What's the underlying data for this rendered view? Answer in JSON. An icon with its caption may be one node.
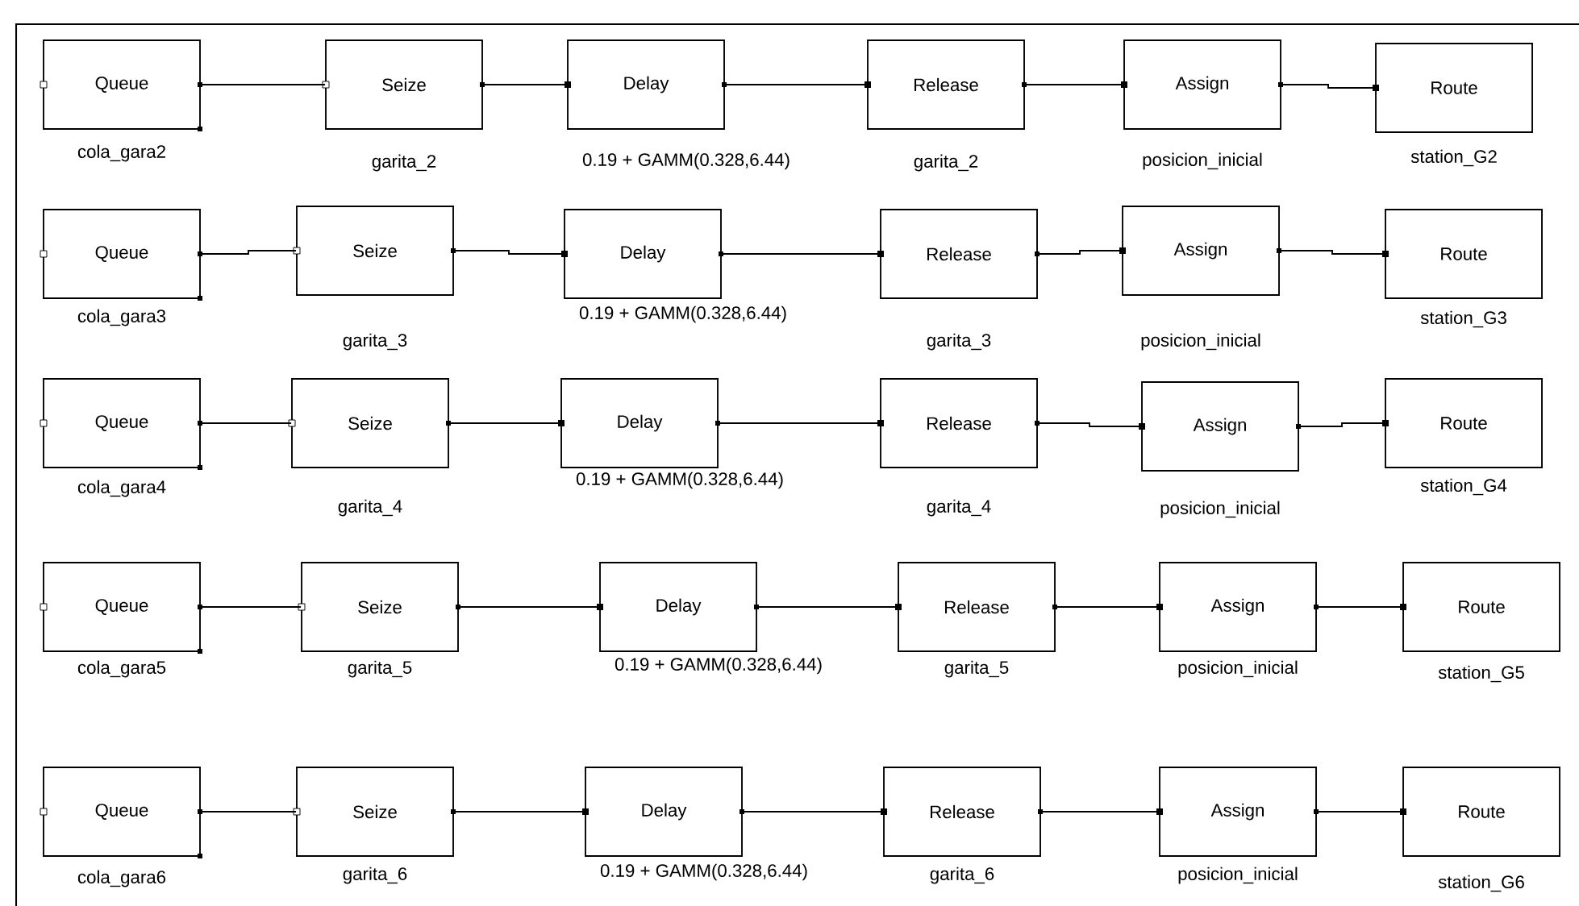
{
  "diagram": {
    "nodes": [
      {
        "text": [
          "Queue"
        ],
        "beside": [
          "cola_gara2"
        ]
      },
      {
        "text": [
          "Seize"
        ],
        "beside": [
          "garita_2"
        ]
      },
      {
        "text": [
          "Delay"
        ],
        "beside": [
          "0.19 + GAMM(0.328,6.44)"
        ]
      },
      {
        "text": [
          "Release"
        ],
        "beside": [
          "garita_2"
        ]
      },
      {
        "text": [
          "Assign"
        ],
        "beside": [
          "posicion_inicial"
        ]
      },
      {
        "text": [
          "Route"
        ],
        "beside": [
          "station_G2"
        ]
      },
      {
        "text": [
          "Queue"
        ],
        "beside": [
          "cola_gara3"
        ]
      },
      {
        "text": [
          "Seize"
        ],
        "beside": [
          "garita_3"
        ]
      },
      {
        "text": [
          "Delay"
        ],
        "beside": [
          "0.19 + GAMM(0.328,6.44)"
        ]
      },
      {
        "text": [
          "Release"
        ],
        "beside": [
          "garita_3"
        ]
      },
      {
        "text": [
          "Assign"
        ],
        "beside": [
          "posicion_inicial"
        ]
      },
      {
        "text": [
          "Route"
        ],
        "beside": [
          "station_G3"
        ]
      },
      {
        "text": [
          "Queue"
        ],
        "beside": [
          "cola_gara4"
        ]
      },
      {
        "text": [
          "Seize"
        ],
        "beside": [
          "garita_4"
        ]
      },
      {
        "text": [
          "Delay"
        ],
        "beside": [
          "0.19 + GAMM(0.328,6.44)"
        ]
      },
      {
        "text": [
          "Release"
        ],
        "beside": [
          "garita_4"
        ]
      },
      {
        "text": [
          "Assign"
        ],
        "beside": [
          "posicion_inicial"
        ]
      },
      {
        "text": [
          "Route"
        ],
        "beside": [
          "station_G4"
        ]
      },
      {
        "text": [
          "Queue"
        ],
        "beside": [
          "cola_gara5"
        ]
      },
      {
        "text": [
          "Seize"
        ],
        "beside": [
          "garita_5"
        ]
      },
      {
        "text": [
          "Delay"
        ],
        "beside": [
          "0.19 + GAMM(0.328,6.44)"
        ]
      },
      {
        "text": [
          "Release"
        ],
        "beside": [
          "garita_5"
        ]
      },
      {
        "text": [
          "Assign"
        ],
        "beside": [
          "posicion_inicial"
        ]
      },
      {
        "text": [
          "Route"
        ],
        "beside": [
          "station_G5"
        ]
      },
      {
        "text": [
          "Queue"
        ],
        "beside": [
          "cola_gara6"
        ]
      },
      {
        "text": [
          "Seize"
        ],
        "beside": [
          "garita_6"
        ]
      },
      {
        "text": [
          "Delay"
        ],
        "beside": [
          "0.19 + GAMM(0.328,6.44)"
        ]
      },
      {
        "text": [
          "Release"
        ],
        "beside": [
          "garita_6"
        ]
      },
      {
        "text": [
          "Assign"
        ],
        "beside": [
          "posicion_inicial"
        ]
      },
      {
        "text": [
          "Route"
        ],
        "beside": [
          "station_G6"
        ]
      }
    ],
    "edges": [
      {
        "from": 0,
        "to": 1,
        "arrow": "none"
      },
      {
        "from": 1,
        "to": 2,
        "arrow": "none"
      },
      {
        "from": 2,
        "to": 3,
        "arrow": "none"
      },
      {
        "from": 3,
        "to": 4,
        "arrow": "none"
      },
      {
        "from": 4,
        "to": 5,
        "arrow": "none"
      },
      {
        "from": 6,
        "to": 7,
        "arrow": "none"
      },
      {
        "from": 7,
        "to": 8,
        "arrow": "none"
      },
      {
        "from": 8,
        "to": 9,
        "arrow": "none"
      },
      {
        "from": 9,
        "to": 10,
        "arrow": "none"
      },
      {
        "from": 10,
        "to": 11,
        "arrow": "none"
      },
      {
        "from": 12,
        "to": 13,
        "arrow": "none"
      },
      {
        "from": 13,
        "to": 14,
        "arrow": "none"
      },
      {
        "from": 14,
        "to": 15,
        "arrow": "none"
      },
      {
        "from": 15,
        "to": 16,
        "arrow": "none"
      },
      {
        "from": 16,
        "to": 17,
        "arrow": "none"
      },
      {
        "from": 18,
        "to": 19,
        "arrow": "none"
      },
      {
        "from": 19,
        "to": 20,
        "arrow": "none"
      },
      {
        "from": 20,
        "to": 21,
        "arrow": "none"
      },
      {
        "from": 21,
        "to": 22,
        "arrow": "none"
      },
      {
        "from": 22,
        "to": 23,
        "arrow": "none"
      },
      {
        "from": 24,
        "to": 25,
        "arrow": "none"
      },
      {
        "from": 25,
        "to": 26,
        "arrow": "none"
      },
      {
        "from": 26,
        "to": 27,
        "arrow": "none"
      },
      {
        "from": 27,
        "to": 28,
        "arrow": "none"
      },
      {
        "from": 28,
        "to": 29,
        "arrow": "none"
      }
    ]
  }
}
